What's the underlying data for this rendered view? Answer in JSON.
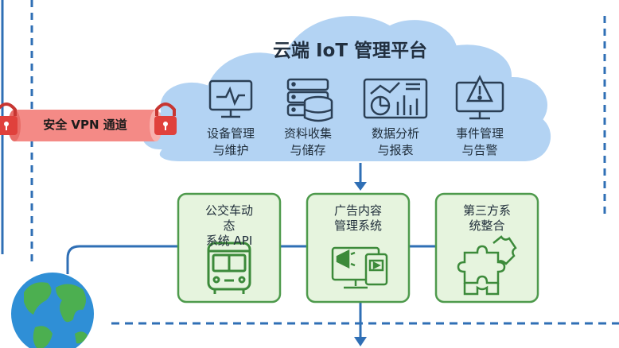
{
  "cloud": {
    "title": "云端 IoT 管理平台",
    "services": [
      {
        "icon": "monitor-pulse-icon",
        "line1": "设备管理",
        "line2": "与维护"
      },
      {
        "icon": "database-server-icon",
        "line1": "资料收集",
        "line2": "与储存"
      },
      {
        "icon": "analytics-report-icon",
        "line1": "数据分析",
        "line2": "与报表"
      },
      {
        "icon": "alert-monitor-icon",
        "line1": "事件管理",
        "line2": "与告警"
      }
    ]
  },
  "vpn": {
    "label": "安全 VPN 通道",
    "icon": "padlock-icon"
  },
  "modules": [
    {
      "line1": "公交车动",
      "line2": "态",
      "line3": "系统 API",
      "icon": "bus-icon"
    },
    {
      "line1": "广告内容",
      "line2": "管理系统",
      "icon": "ad-management-icon"
    },
    {
      "line1": "第三方系",
      "line2": "统整合",
      "icon": "puzzle-icon"
    }
  ],
  "colors": {
    "cloud_fill": "#b3d3f3",
    "cloud_stroke": "#ffffff",
    "connector": "#2f6fb5",
    "module_fill": "#e6f4de",
    "module_stroke": "#4e9a4c",
    "module_icon": "#3c8a3a",
    "vpn_fill": "#f48a86",
    "lock": "#e0413c",
    "icon_dark": "#2b3f55"
  }
}
